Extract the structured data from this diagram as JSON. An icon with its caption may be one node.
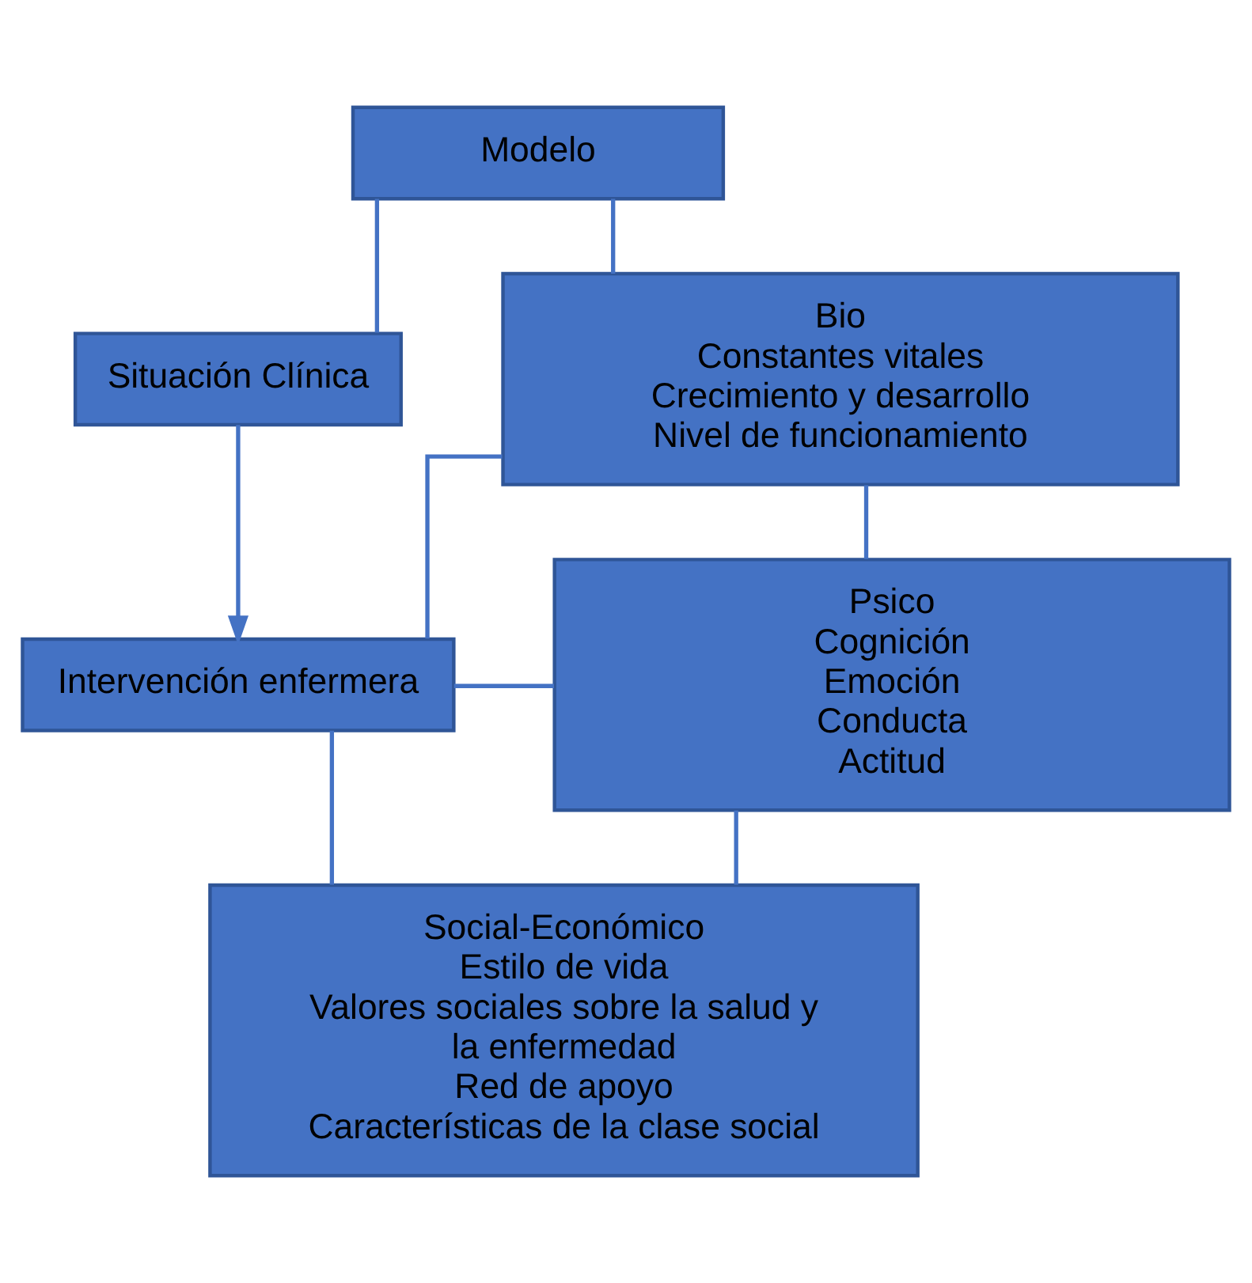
{
  "diagram": {
    "nodes": [
      {
        "text": [
          "Modelo"
        ]
      },
      {
        "text": [
          "Situación Clínica"
        ]
      },
      {
        "text": [
          "Intervención enfermera"
        ]
      },
      {
        "text": [
          "Bio",
          "Constantes vitales",
          "Crecimiento y desarrollo",
          "Nivel de funcionamiento"
        ]
      },
      {
        "text": [
          "Psico",
          "Cognición",
          "Emoción",
          "Conducta",
          "Actitud"
        ]
      },
      {
        "text": [
          "Social-Económico",
          "Estilo de vida",
          "Valores sociales sobre la salud y la enfermedad",
          "Red de apoyo",
          "Características de la clase social"
        ]
      }
    ],
    "edges": [
      {
        "from": 0,
        "to": 1,
        "arrow": "none"
      },
      {
        "from": 1,
        "to": 2,
        "arrow": "to"
      },
      {
        "from": 0,
        "to": 3,
        "arrow": "none"
      },
      {
        "from": 3,
        "to": 4,
        "arrow": "none"
      },
      {
        "from": 4,
        "to": 5,
        "arrow": "none"
      },
      {
        "from": 2,
        "to": 3,
        "arrow": "none"
      },
      {
        "from": 2,
        "to": 4,
        "arrow": "none"
      },
      {
        "from": 2,
        "to": 5,
        "arrow": "none"
      }
    ]
  }
}
